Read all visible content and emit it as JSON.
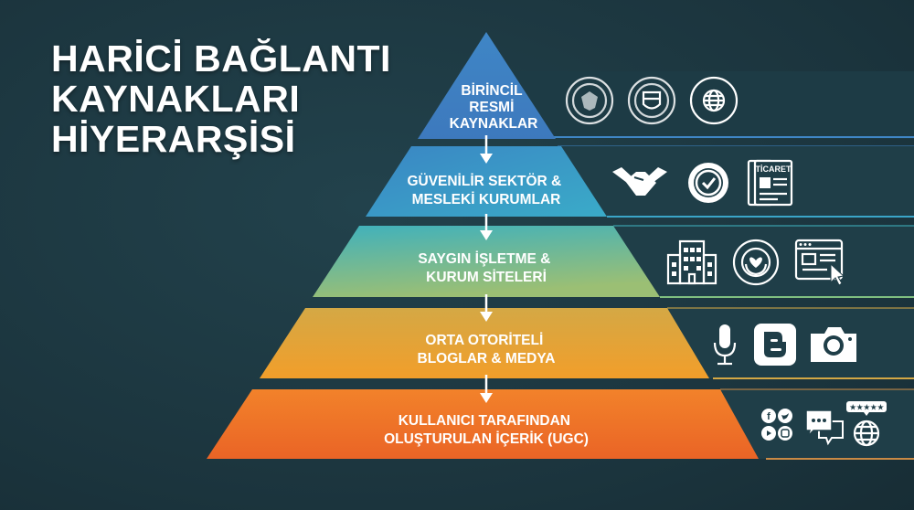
{
  "title": {
    "lines": [
      "HARİCİ BAĞLANTI",
      "KAYNAKLARI",
      "HİYERARŞİSİ"
    ]
  },
  "tiers": [
    {
      "lines": [
        "BİRİNCİL",
        "RESMİ",
        "KAYNAKLAR"
      ],
      "color": "#3f7fc2",
      "icons": [
        "government-seal-icon",
        "university-seal-icon",
        "global-news-seal-icon"
      ]
    },
    {
      "lines": [
        "GÜVENİLİR SEKTÖR &",
        "MESLEKİ KURUMLAR"
      ],
      "color": "#3a9cc6",
      "icons": [
        "handshake-icon",
        "verified-badge-icon",
        "trade-newspaper-icon"
      ],
      "newspaper_label": "TİCARET"
    },
    {
      "lines": [
        "SAYGIN İŞLETME &",
        "KURUM SİTELERİ"
      ],
      "color": "#4bb1a6",
      "icons": [
        "office-building-icon",
        "non-profit-seal-icon",
        "website-cursor-icon"
      ]
    },
    {
      "lines": [
        "ORTA OTORİTELİ",
        "BLOGLAR & MEDYA"
      ],
      "color": "#e9a43a",
      "icons": [
        "microphone-icon",
        "blogger-icon",
        "camera-icon"
      ]
    },
    {
      "lines": [
        "KULLANICI TARAFINDAN",
        "OLUŞTURULAN İÇERİK (UGC)"
      ],
      "color": "#ef7327",
      "icons": [
        "social-media-icon",
        "chat-bubbles-icon",
        "rated-globe-icon"
      ]
    }
  ],
  "colors": {
    "background": "#1c3640",
    "band": "#1f3e48"
  }
}
